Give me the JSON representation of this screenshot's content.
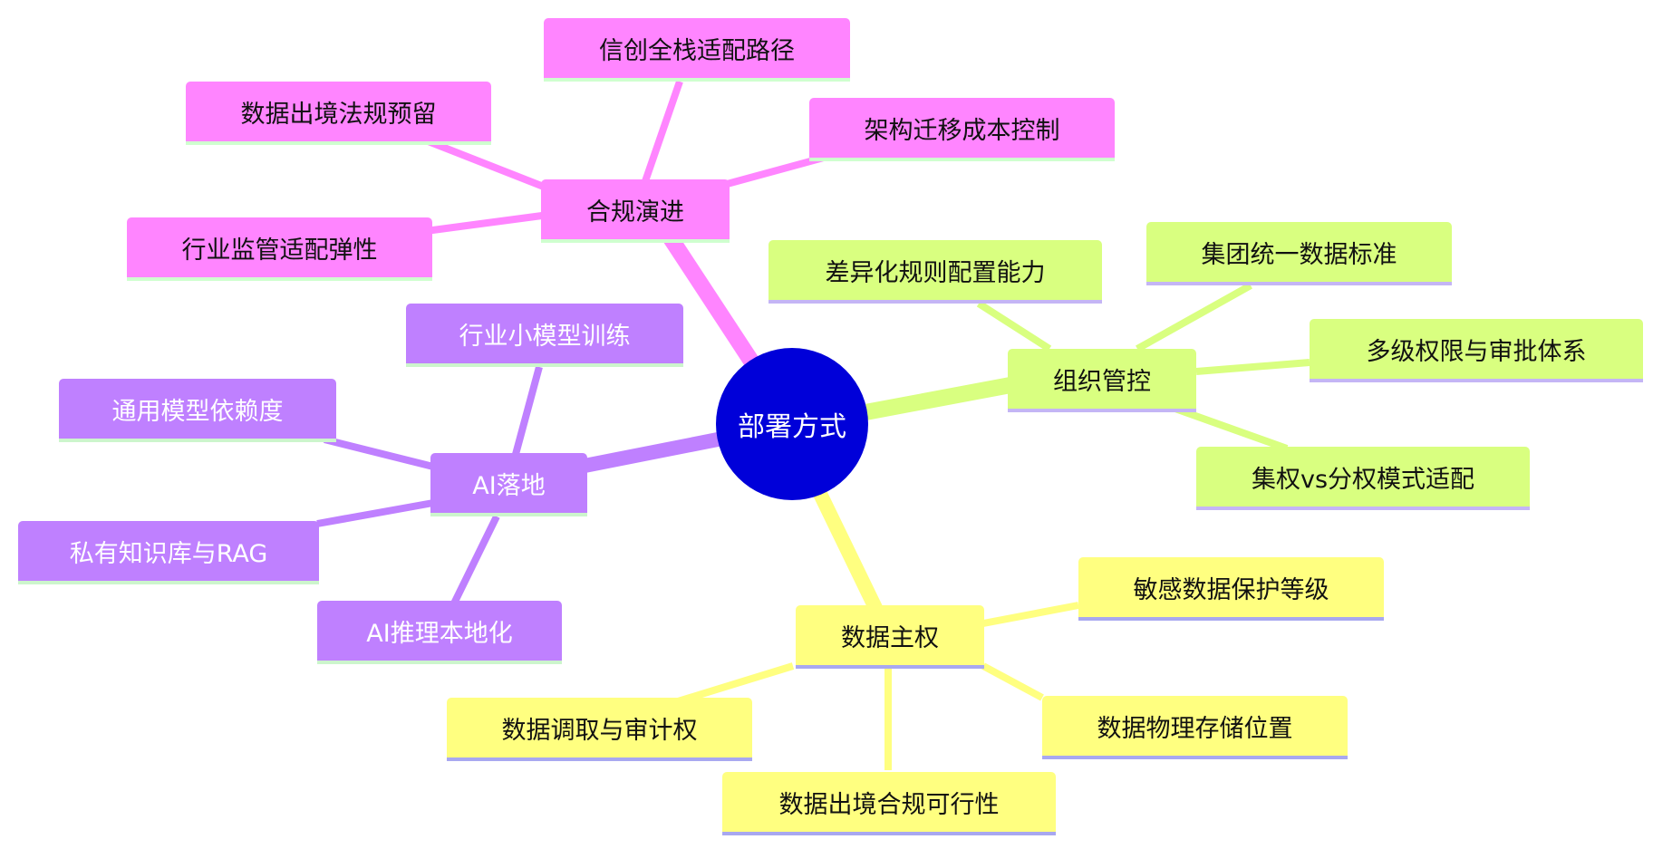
{
  "center": {
    "label": "部署方式",
    "color": "#0000d9"
  },
  "branches": {
    "compliance": {
      "label": "合规演进",
      "color": "#ff85ff",
      "children": [
        "信创全栈适配路径",
        "数据出境法规预留",
        "架构迁移成本控制",
        "行业监管适配弹性"
      ]
    },
    "org": {
      "label": "组织管控",
      "color": "#d9ff80",
      "children": [
        "差异化规则配置能力",
        "集团统一数据标准",
        "多级权限与审批体系",
        "集权vs分权模式适配"
      ]
    },
    "data": {
      "label": "数据主权",
      "color": "#ffff80",
      "children": [
        "敏感数据保护等级",
        "数据调取与审计权",
        "数据物理存储位置",
        "数据出境合规可行性"
      ]
    },
    "ai": {
      "label": "AI落地",
      "color": "#bf80ff",
      "children": [
        "行业小模型训练",
        "通用模型依赖度",
        "私有知识库与RAG",
        "AI推理本地化"
      ]
    }
  }
}
